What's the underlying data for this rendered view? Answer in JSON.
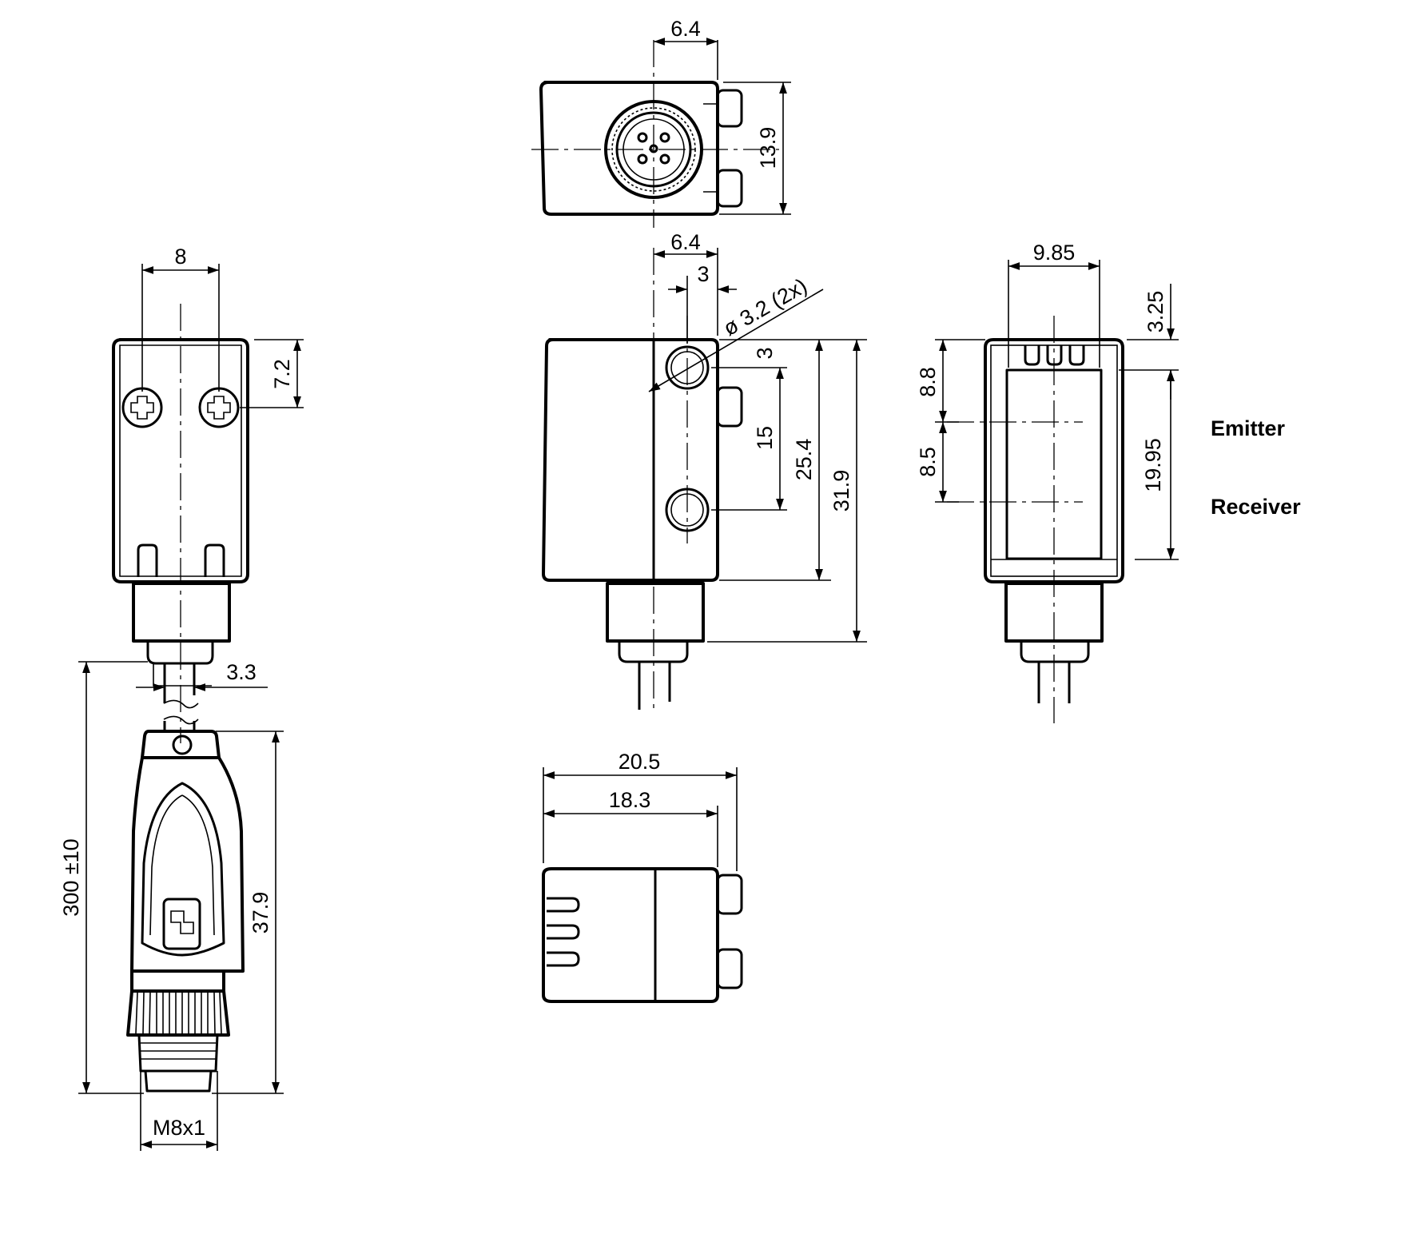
{
  "labels": {
    "emitter": "Emitter",
    "receiver": "Receiver"
  },
  "dimensions": {
    "top_view": {
      "offset": "6.4",
      "height": "13.9"
    },
    "front_view": {
      "width": "8",
      "screw_spacing": "7.2",
      "cable_dia": "3.3",
      "cable_length": "300 ±10",
      "connector_length": "37.9",
      "thread": "M8x1"
    },
    "side_view": {
      "offset": "6.4",
      "hole_offset": "3",
      "hole_dia": "ø 3.2 (2x)",
      "top_margin": "3",
      "hole_spacing": "15",
      "body_height": "25.4",
      "total_height": "31.9"
    },
    "rear_view": {
      "width": "9.85",
      "top": "3.25",
      "emitter_offset": "8.8",
      "receiver_offset": "8.5",
      "window_height": "19.95"
    },
    "bottom_view": {
      "depth": "20.5",
      "body_depth": "18.3"
    }
  }
}
